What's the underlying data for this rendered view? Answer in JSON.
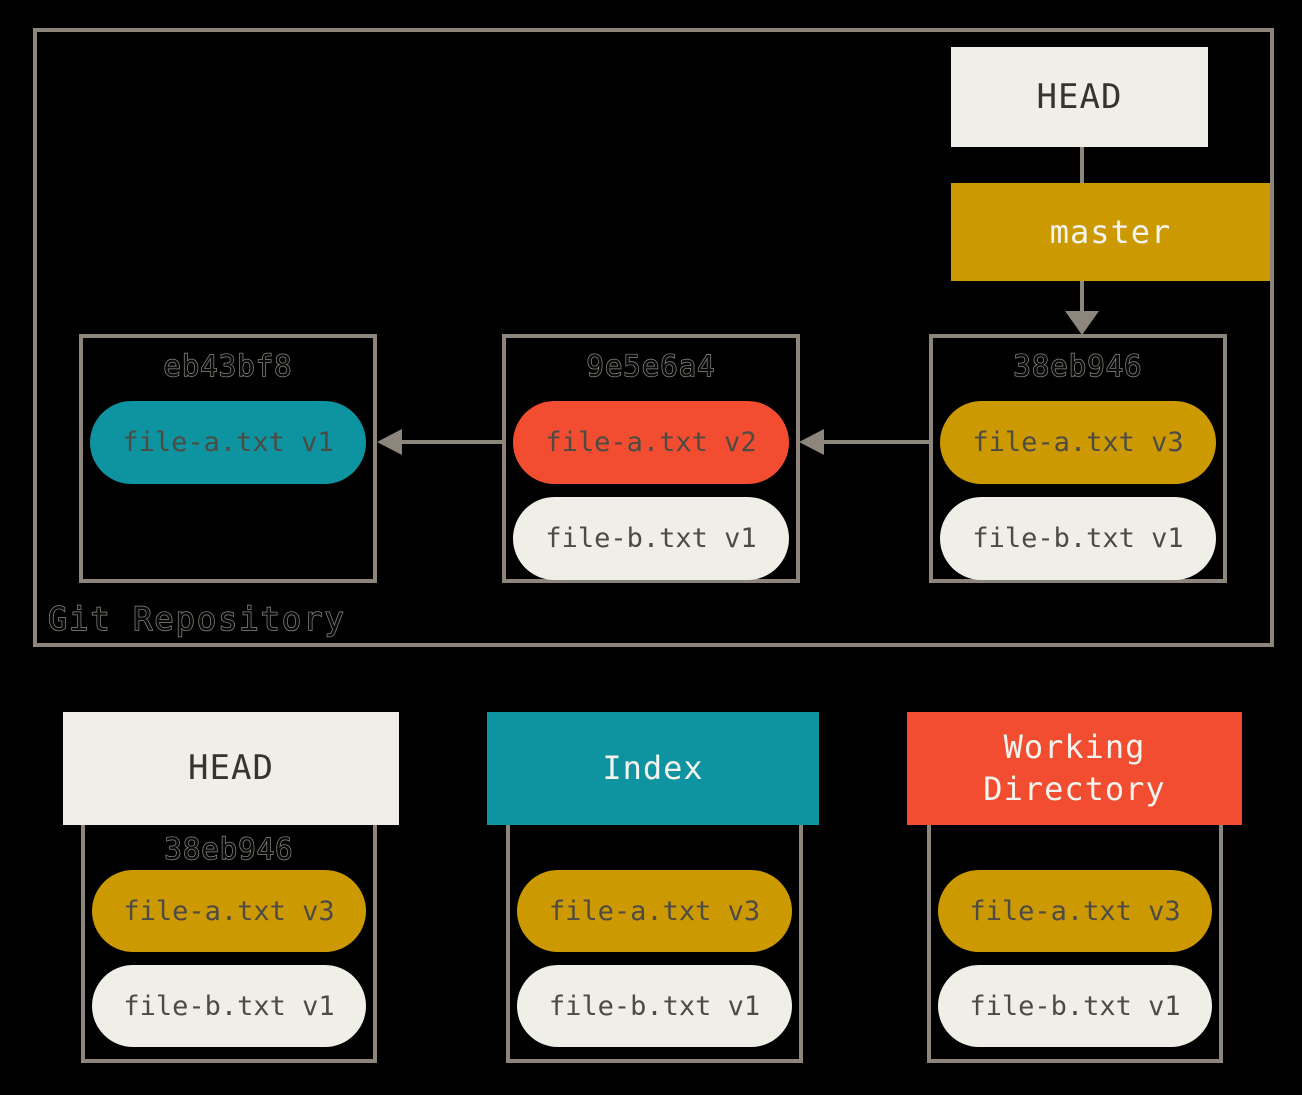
{
  "palette": {
    "background": "#000000",
    "border_gray": "#8d857b",
    "arrow_gray": "#8c867d",
    "hollow_text_outline": "#8d8a82",
    "cream": "#f0efe7",
    "teal": "#0e94a0",
    "red": "#f24d30",
    "gold": "#cc9a00",
    "dark_text": "#36342e",
    "pill_text": "#4d4b44",
    "white_text": "#f4f3ed"
  },
  "repo": {
    "label": "Git Repository",
    "head_label": "HEAD",
    "branch_label": "master",
    "commits": [
      {
        "hash": "eb43bf8",
        "files": [
          {
            "label": "file-a.txt v1"
          }
        ]
      },
      {
        "hash": "9e5e6a4",
        "files": [
          {
            "label": "file-a.txt v2"
          },
          {
            "label": "file-b.txt v1"
          }
        ]
      },
      {
        "hash": "38eb946",
        "files": [
          {
            "label": "file-a.txt v3"
          },
          {
            "label": "file-b.txt v1"
          }
        ]
      }
    ]
  },
  "areas": [
    {
      "title": "HEAD",
      "hash": "38eb946",
      "files": [
        {
          "label": "file-a.txt v3"
        },
        {
          "label": "file-b.txt v1"
        }
      ]
    },
    {
      "title": "Index",
      "files": [
        {
          "label": "file-a.txt v3"
        },
        {
          "label": "file-b.txt v1"
        }
      ]
    },
    {
      "title": "Working Directory",
      "files": [
        {
          "label": "file-a.txt v3"
        },
        {
          "label": "file-b.txt v1"
        }
      ]
    }
  ]
}
